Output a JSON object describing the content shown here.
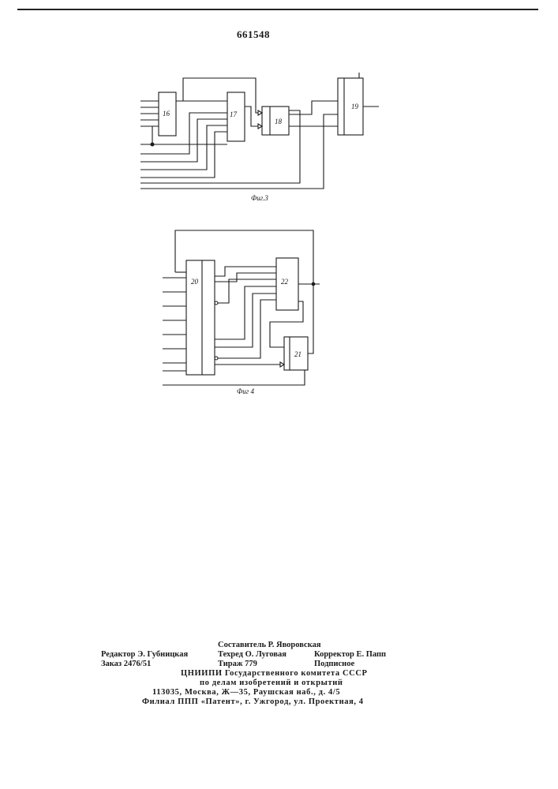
{
  "header": {
    "patent_number": "661548"
  },
  "fig3": {
    "caption": "Фиг.3",
    "blocks": {
      "b16": "16",
      "b17": "17",
      "b18": "18",
      "b19": "19"
    }
  },
  "fig4": {
    "caption": "Фиг 4",
    "blocks": {
      "b20": "20",
      "b21": "21",
      "b22": "22"
    }
  },
  "imprint": {
    "compiler": "Составитель Р. Яворовская",
    "editor": "Редактор Э. Губницкая",
    "techred": "Техред О. Луговая",
    "corrector": "Корректор Е. Папп",
    "order": "Заказ 2476/51",
    "circulation": "Тираж 779",
    "subscription": "Подписное",
    "org1": "ЦНИИПИ Государственного комитета СССР",
    "org2": "по делам изобретений и открытий",
    "address": "113035, Москва, Ж—35, Раушская наб., д. 4/5",
    "branch": "Филиал ППП «Патент», г. Ужгород, ул. Проектная, 4"
  }
}
